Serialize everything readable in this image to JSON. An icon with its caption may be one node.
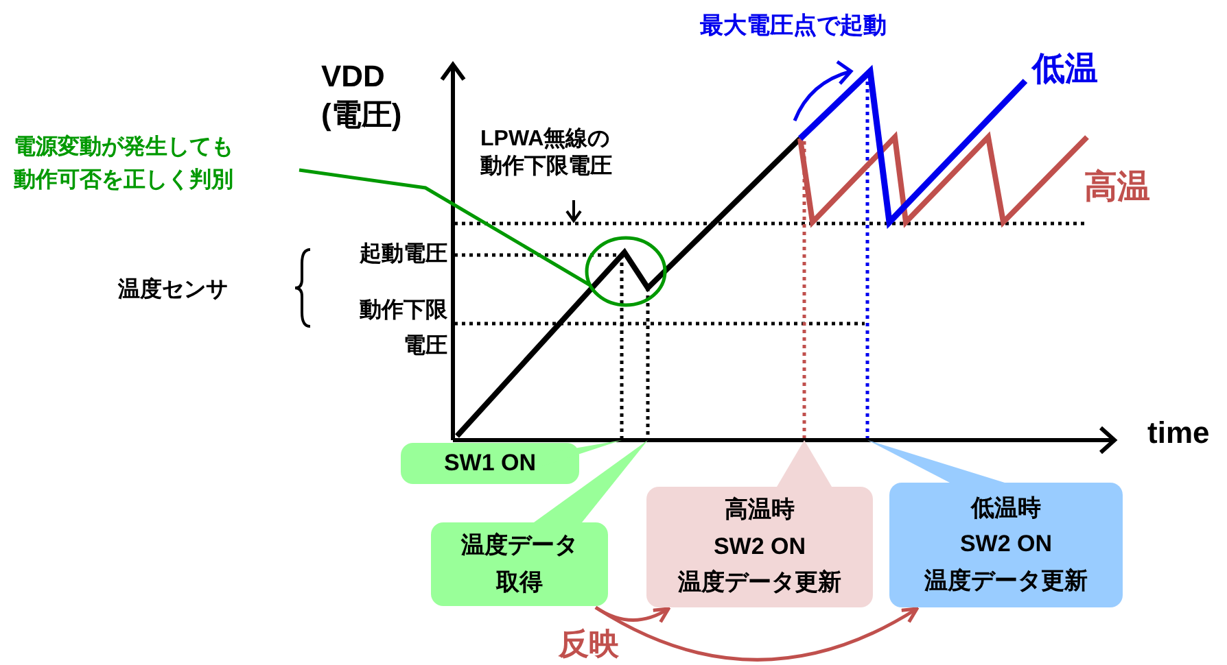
{
  "diagram": {
    "nodes": [
      {
        "text": [
          "電源変動が発生しても動作可否を正しく判別"
        ]
      },
      {
        "text": [],
        "shape": "circle"
      },
      {
        "text": [
          "SW1 ON"
        ]
      },
      {
        "text": [
          "温度データ取得"
        ]
      },
      {
        "text": [
          "高温時",
          "SW2 ON",
          "温度データ更新"
        ]
      },
      {
        "text": [
          "低温時",
          "SW2 ON",
          "温度データ更新"
        ]
      }
    ],
    "edges": [
      {
        "from": 0,
        "to": 1,
        "arrow": "none",
        "color": "#009900"
      },
      {
        "from": 3,
        "to": 4,
        "arrow": "to",
        "color": "#c0504d",
        "label": "反映"
      },
      {
        "from": 3,
        "to": 5,
        "arrow": "to",
        "color": "#c0504d"
      }
    ],
    "labels": [
      "最大電圧点で起動",
      "VDD (電圧)",
      "低温",
      "LPWA無線の動作下限電圧",
      "高温",
      "起動電圧",
      "温度センサ",
      "動作下限電圧",
      "time"
    ]
  }
}
